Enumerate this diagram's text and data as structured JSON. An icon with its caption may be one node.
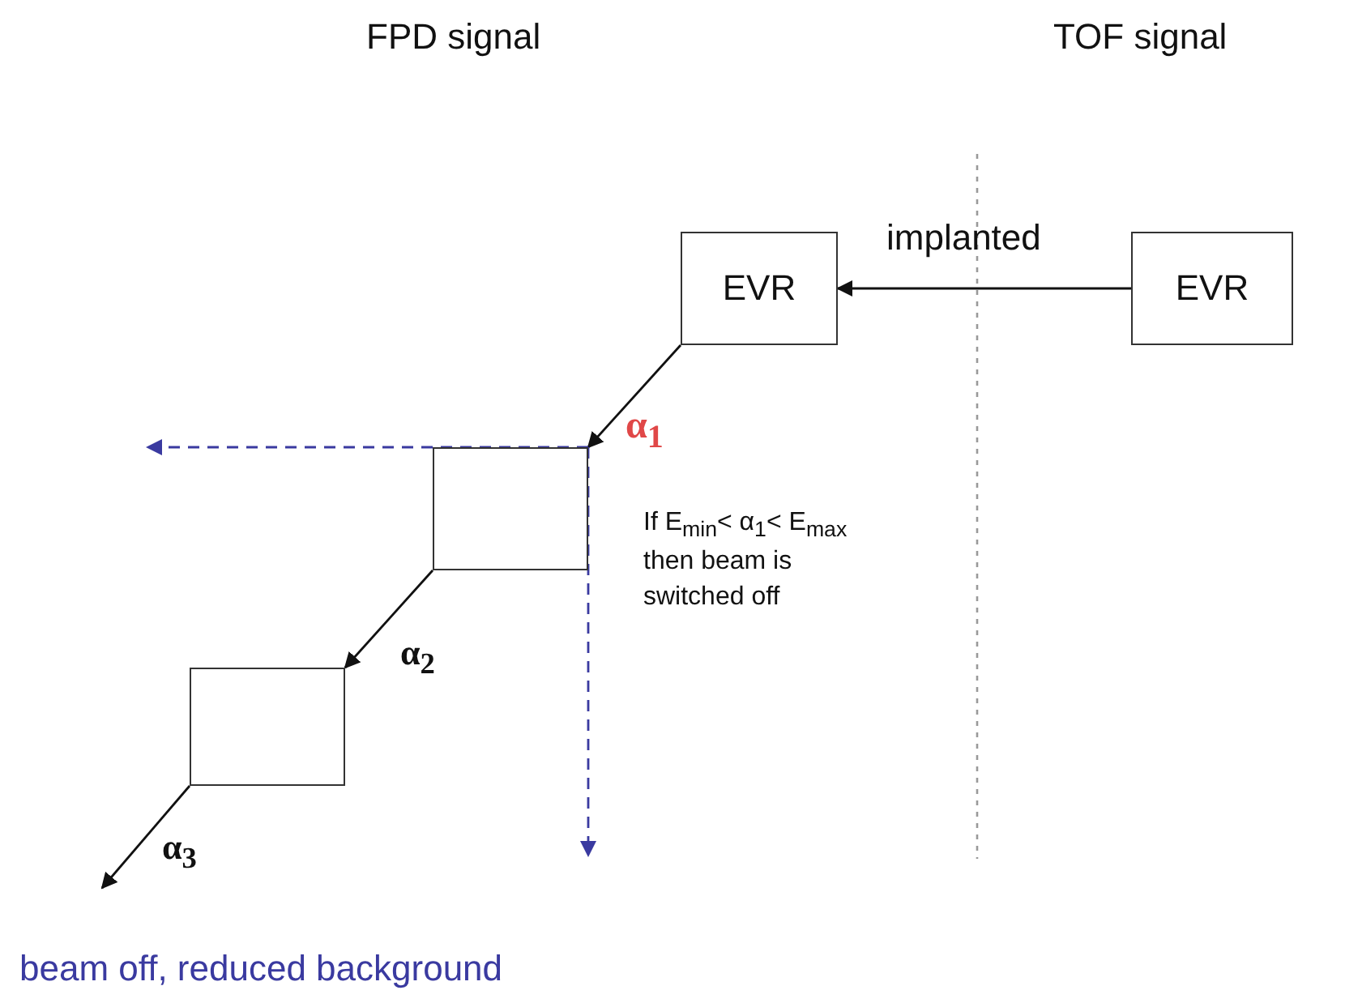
{
  "diagram": {
    "nodes": [
      {
        "text": [
          "EVR"
        ]
      },
      {
        "text": [
          "EVR"
        ]
      },
      {
        "text": [],
        "shape": "box"
      },
      {
        "text": [],
        "shape": "box"
      }
    ],
    "edges": [
      {
        "from": 1,
        "to": 0,
        "arrow": "to",
        "label": "implanted"
      },
      {
        "from": 0,
        "to": 2,
        "arrow": "to",
        "label": "α$_{1}$"
      },
      {
        "from": 2,
        "to": 3,
        "arrow": "to",
        "label": "α$_{2}$"
      },
      {
        "from": 3,
        "to": null,
        "arrow": "to",
        "label": "α$_{3}$"
      },
      {
        "from": 2,
        "to": null,
        "arrow": "to",
        "style": "dashed",
        "color": "#3a3aa0"
      },
      {
        "from": 2,
        "to": null,
        "arrow": "to",
        "style": "dashed",
        "color": "#3a3aa0"
      }
    ],
    "labels": [
      "FPD signal",
      "TOF signal",
      "If E$_{min}$< α$_{1}$< E$_{max}$ then beam is switched off",
      "beam off, reduced background"
    ]
  }
}
